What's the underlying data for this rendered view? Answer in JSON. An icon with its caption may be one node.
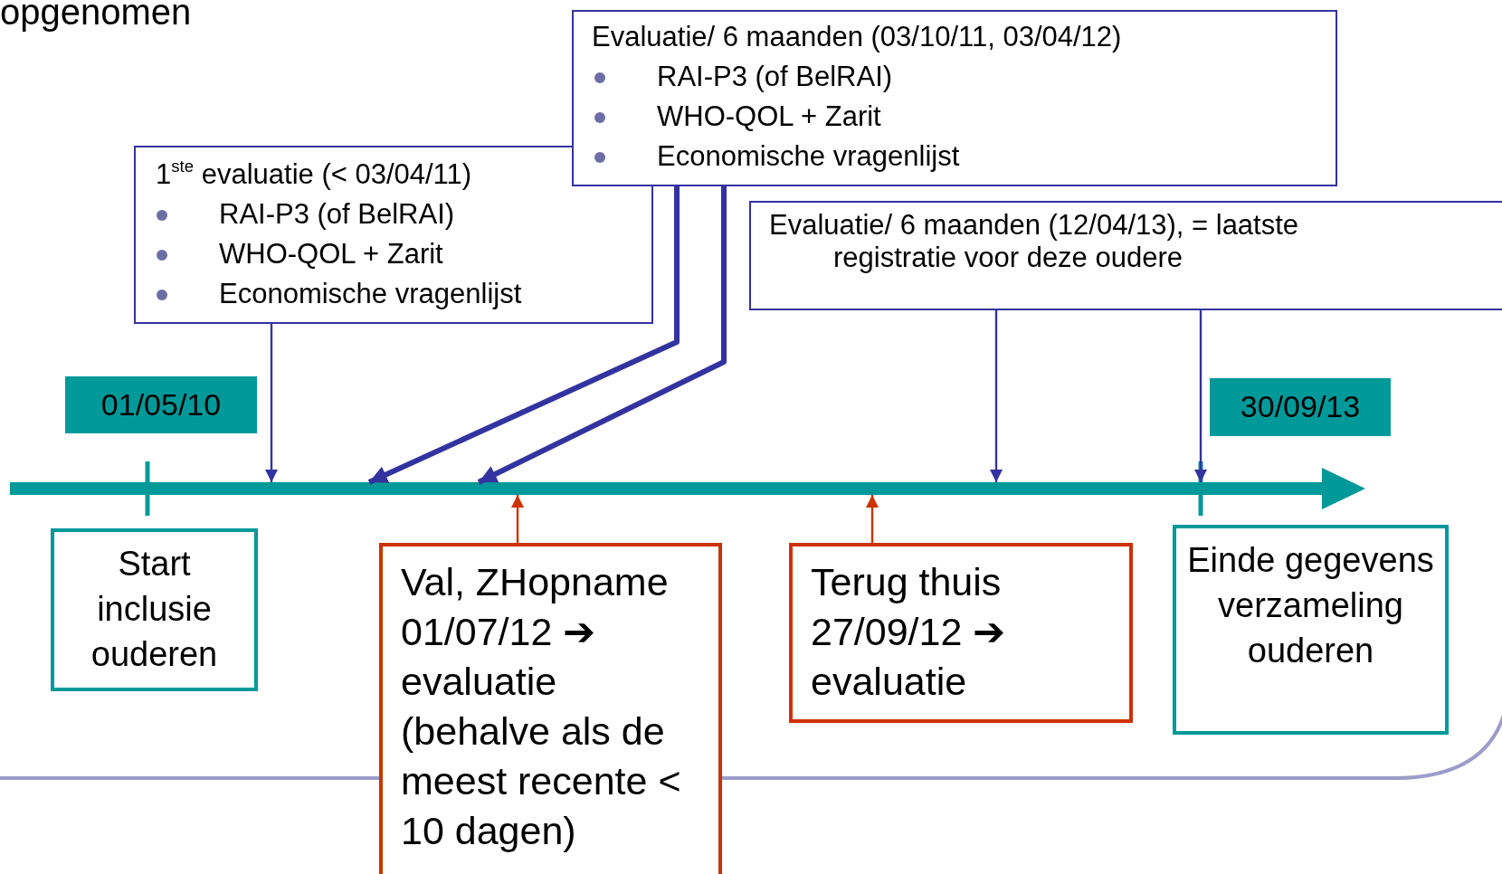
{
  "diagram": {
    "nodes": [
      {
        "text": [
          "1$^{ste}$ evaluatie (< 03/04/11)",
          "RAI-P3 (of BelRAI)",
          "WHO-QOL + Zarit",
          "Economische vragenlijst"
        ]
      },
      {
        "text": [
          "Evaluatie/ 6 maanden (03/10/11, 03/04/12)",
          "RAI-P3 (of BelRAI)",
          "WHO-QOL + Zarit",
          "Economische vragenlijst"
        ]
      },
      {
        "text": [
          "Evaluatie/ 6 maanden (12/04/13), = laatste registratie voor deze oudere"
        ]
      },
      {
        "text": [
          "01/05/10"
        ]
      },
      {
        "text": [
          "30/09/13"
        ]
      },
      {
        "text": [],
        "shape": "arrow"
      },
      {
        "text": [
          "Start inclusie ouderen"
        ]
      },
      {
        "text": [
          "Val, ZHopname 01/07/12 ➔ evaluatie (behalve als de meest recente < 10 dagen)"
        ]
      },
      {
        "text": [
          "Terug thuis 27/09/12 ➔ evaluatie"
        ]
      },
      {
        "text": [
          "Einde gegevens verzameling ouderen"
        ]
      }
    ],
    "edges": [
      {
        "from": 0,
        "to": 5,
        "arrow": "to"
      },
      {
        "from": 1,
        "to": 5,
        "arrow": "to",
        "style": "thick"
      },
      {
        "from": 1,
        "to": 5,
        "arrow": "to",
        "style": "thick"
      },
      {
        "from": 2,
        "to": 5,
        "arrow": "to"
      },
      {
        "from": 2,
        "to": 5,
        "arrow": "to"
      },
      {
        "from": 7,
        "to": 5,
        "arrow": "to",
        "color": "#cc3300"
      },
      {
        "from": 8,
        "to": 5,
        "arrow": "to",
        "color": "#cc3300"
      }
    ],
    "labels": [
      "opgenomen"
    ]
  }
}
